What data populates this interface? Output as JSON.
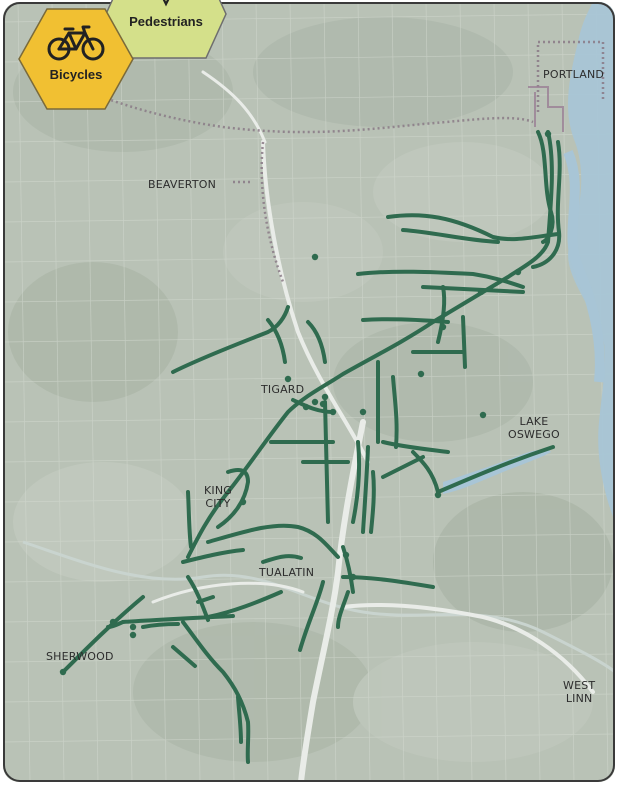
{
  "map": {
    "background_color": "#b9c2b6",
    "trail_color": "#2f6b4f",
    "river_color": "#a8c5d6",
    "boundary_color": "#8a7a86"
  },
  "badges": {
    "pedestrians": {
      "label": "Pedestrians",
      "color": "#d4e08a",
      "icon": "pedestrian-icon"
    },
    "bicycles": {
      "label": "Bicycles",
      "color": "#f1c032",
      "icon": "bicycle-icon"
    }
  },
  "cities": {
    "portland": "PORTLAND",
    "beaverton": "BEAVERTON",
    "tigard": "TIGARD",
    "lake_oswego_1": "LAKE",
    "lake_oswego_2": "OSWEGO",
    "king_city_1": "KING",
    "king_city_2": "CITY",
    "tualatin": "TUALATIN",
    "sherwood": "SHERWOOD",
    "west_linn_1": "WEST",
    "west_linn_2": "LINN"
  }
}
